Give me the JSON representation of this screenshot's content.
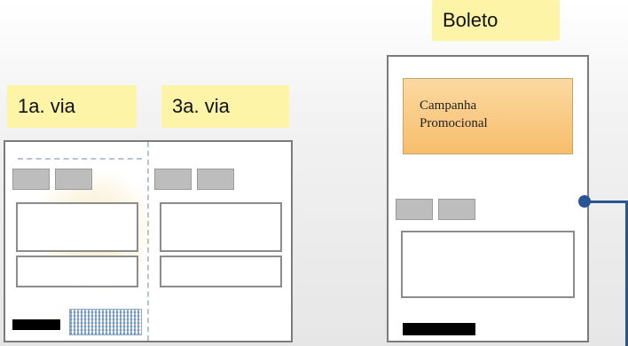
{
  "labels": {
    "boleto": "Boleto",
    "via1": "1a. via",
    "via3": "3a. via"
  },
  "boleto_card": {
    "promo_text_line1": "Campanha",
    "promo_text_line2": "Promocional"
  },
  "colors": {
    "label_bg": "#fdf4a8",
    "promo_fill": "#f7be6b",
    "connector": "#2a5494",
    "border": "#7b7b7b"
  }
}
